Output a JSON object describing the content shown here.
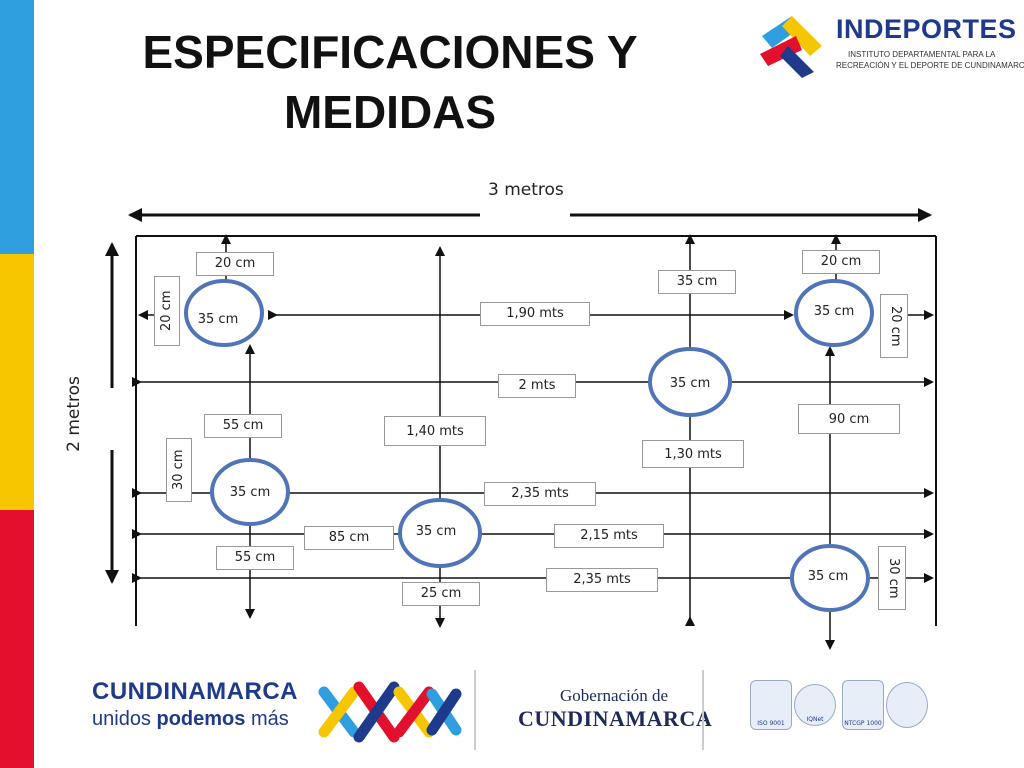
{
  "colors": {
    "stripe_blue": "#2f9ede",
    "stripe_yellow": "#f6c700",
    "stripe_red": "#e2102c",
    "circle_stroke": "#4f74b8",
    "brand_blue": "#1e3a8a"
  },
  "title": {
    "line1": "ESPECIFICACIONES Y",
    "line2": "MEDIDAS"
  },
  "header_logo": {
    "brand": "INDEPORTES",
    "subtitle1": "INSTITUTO DEPARTAMENTAL PARA LA",
    "subtitle2": "RECREACIÓN Y EL DEPORTE DE CUNDINAMARCA"
  },
  "diagram": {
    "width_label": "3 metros",
    "height_label": "2 metros",
    "labels": [
      "20 cm",
      "20 cm",
      "20 cm",
      "35 cm",
      "1,90 mts",
      "20 cm",
      "2 mts",
      "55 cm",
      "1,40 mts",
      "90 cm",
      "1,30 mts",
      "30 cm",
      "2,35 mts",
      "85 cm",
      "2,15 mts",
      "55 cm",
      "25 cm",
      "2,35 mts",
      "30 cm"
    ],
    "circles": [
      "35 cm",
      "35 cm",
      "35 cm",
      "35 cm",
      "35 cm",
      "35 cm"
    ]
  },
  "footer": {
    "cundinamarca": "CUNDINAMARCA",
    "slogan_pre": "unidos ",
    "slogan_bold": "podemos",
    "slogan_post": " más",
    "gob_line1": "Gobernación de",
    "gob_line2": "CUNDINAMARCA",
    "cert_icons": [
      "iso-9001-icon",
      "iqnet-icon",
      "ntcgp-1000-icon",
      "cundinamarca-seal-icon"
    ]
  }
}
